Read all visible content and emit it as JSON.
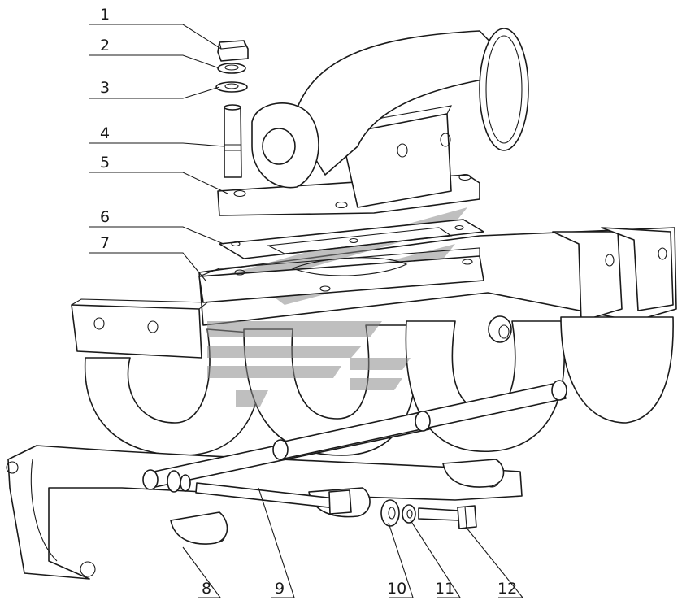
{
  "callouts": [
    {
      "id": "1",
      "label": "1"
    },
    {
      "id": "2",
      "label": "2"
    },
    {
      "id": "3",
      "label": "3"
    },
    {
      "id": "4",
      "label": "4"
    },
    {
      "id": "5",
      "label": "5"
    },
    {
      "id": "6",
      "label": "6"
    },
    {
      "id": "7",
      "label": "7"
    },
    {
      "id": "8",
      "label": "8"
    },
    {
      "id": "9",
      "label": "9"
    },
    {
      "id": "10",
      "label": "10"
    },
    {
      "id": "11",
      "label": "11"
    },
    {
      "id": "12",
      "label": "12"
    }
  ],
  "colors": {
    "line": "#1a1a1a",
    "watermark": "#8a8a8a",
    "background": "#ffffff"
  }
}
